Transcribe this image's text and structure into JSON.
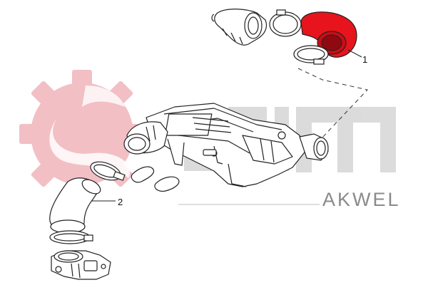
{
  "brand": {
    "name": "AKWEL",
    "logo_text": "saim"
  },
  "callouts": [
    {
      "id": "1",
      "label": "1"
    },
    {
      "id": "2",
      "label": "2"
    }
  ],
  "colors": {
    "highlight_part": "#e8141d",
    "watermark": "#f2bcc2",
    "watermark_grey": "#d6d6d6",
    "line": "#222222",
    "brand_text": "#8a8a8a"
  }
}
